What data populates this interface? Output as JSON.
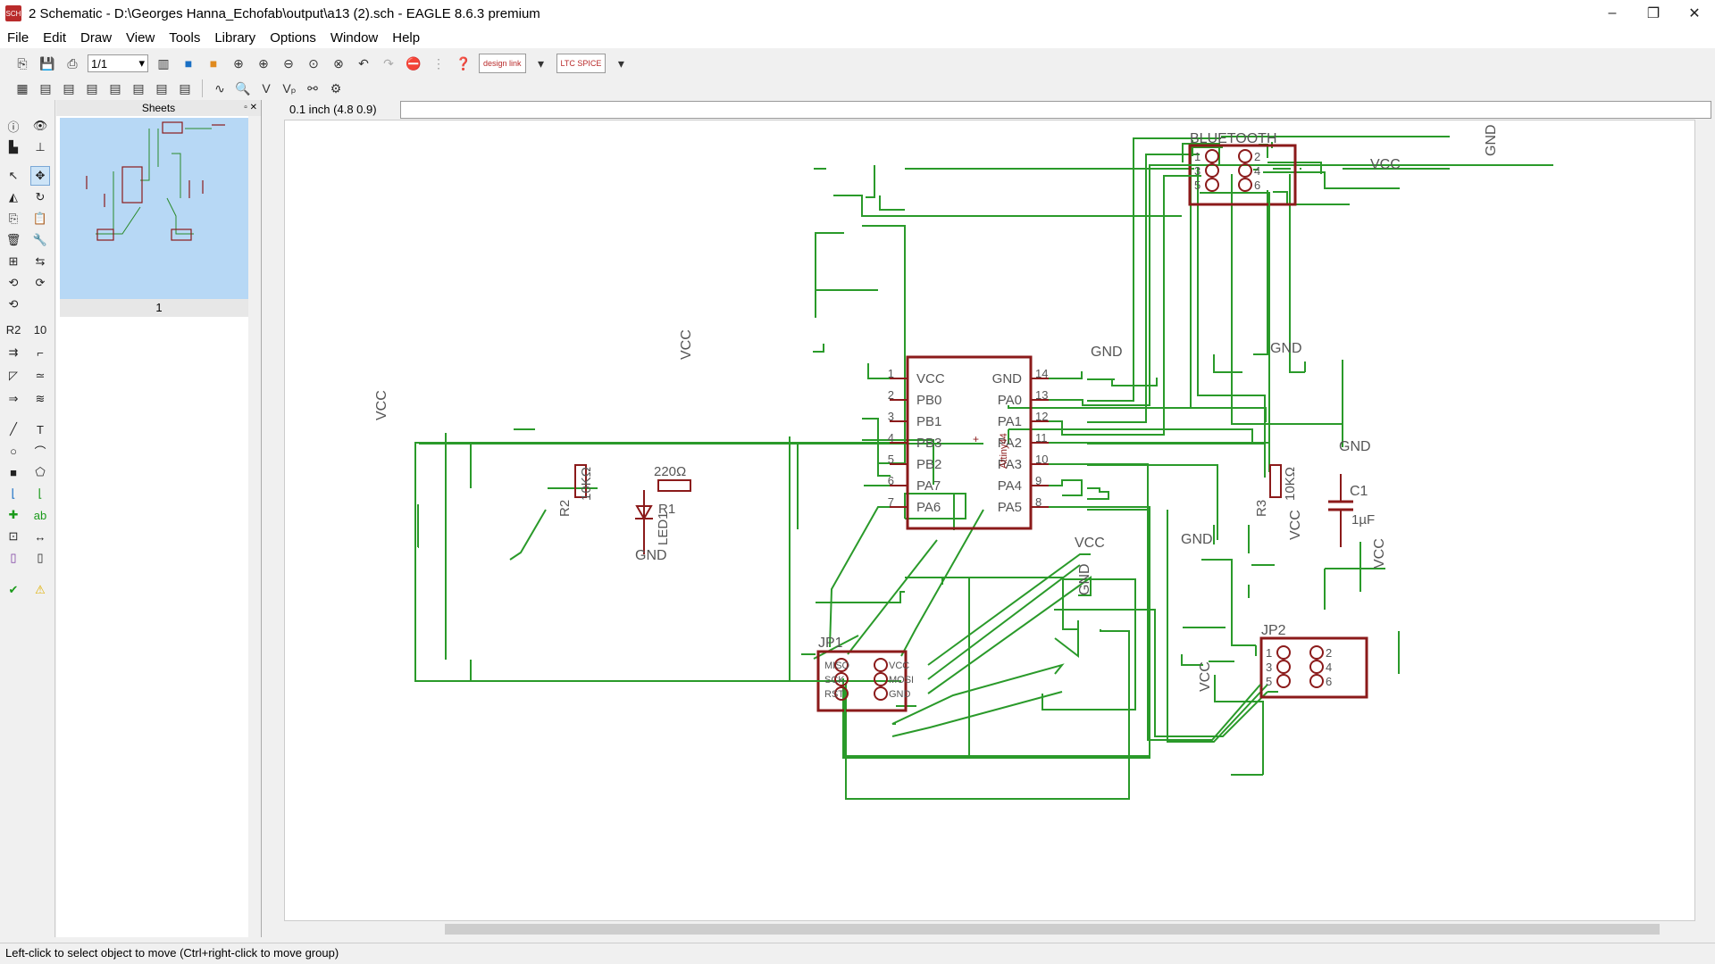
{
  "window": {
    "title": "2 Schematic - D:\\Georges Hanna_Echofab\\output\\a13 (2).sch - EAGLE 8.6.3 premium",
    "app_icon_text": "SCH",
    "controls": [
      "–",
      "❐",
      "✕"
    ]
  },
  "menu": [
    "File",
    "Edit",
    "Draw",
    "View",
    "Tools",
    "Library",
    "Options",
    "Window",
    "Help"
  ],
  "toolbar": {
    "sheet_select": "1/1",
    "designlink_label": "design link",
    "ltspice_label": "LTC SPICE"
  },
  "sheets_panel": {
    "title": "Sheets",
    "sheet_number": "1"
  },
  "coordinates": "0.1 inch (4.8 0.9)",
  "status": "Left-click to select object to move (Ctrl+right-click to move group)",
  "schematic": {
    "chip": {
      "name": "Attiny44",
      "left_pins": [
        {
          "num": "1",
          "label": "VCC"
        },
        {
          "num": "2",
          "label": "PB0"
        },
        {
          "num": "3",
          "label": "PB1"
        },
        {
          "num": "4",
          "label": "PB3"
        },
        {
          "num": "5",
          "label": "PB2"
        },
        {
          "num": "6",
          "label": "PA7"
        },
        {
          "num": "7",
          "label": "PA6"
        }
      ],
      "right_pins": [
        {
          "num": "14",
          "label": "GND"
        },
        {
          "num": "13",
          "label": "PA0"
        },
        {
          "num": "12",
          "label": "PA1"
        },
        {
          "num": "11",
          "label": "PA2"
        },
        {
          "num": "10",
          "label": "PA3"
        },
        {
          "num": "9",
          "label": "PA4"
        },
        {
          "num": "8",
          "label": "PA5"
        }
      ]
    },
    "bluetooth": {
      "name": "BLUETOOTH",
      "pins": [
        "1",
        "2",
        "3",
        "4",
        "5",
        "6"
      ]
    },
    "jp1": {
      "name": "JP1",
      "pins": [
        "MISO",
        "VCC",
        "SCK",
        "MOSI",
        "RST",
        "GND"
      ]
    },
    "jp2": {
      "name": "JP2",
      "pins": [
        "1",
        "2",
        "3",
        "4",
        "5",
        "6"
      ]
    },
    "r1": {
      "name": "R1",
      "value": "220Ω"
    },
    "r2": {
      "name": "R2",
      "value": "10KΩ"
    },
    "r3": {
      "name": "R3",
      "value": "10KΩ"
    },
    "c1": {
      "name": "C1",
      "value": "1µF"
    },
    "led1": {
      "name": "LED1"
    },
    "supply": {
      "vcc": "VCC",
      "gnd": "GND"
    }
  }
}
